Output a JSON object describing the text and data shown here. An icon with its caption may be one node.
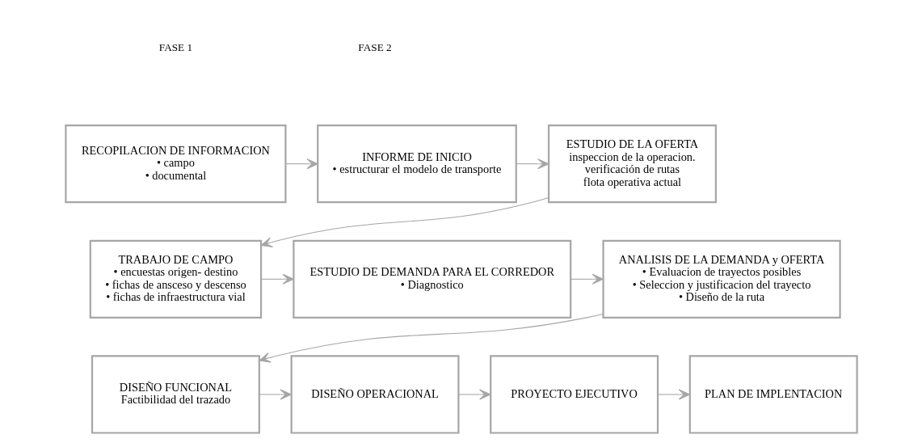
{
  "diagram": {
    "nodes": [
      {
        "text": [
          "RECOPILACION DE INFORMACION",
          "• campo",
          "• documental"
        ]
      },
      {
        "text": [
          "INFORME DE INICIO",
          "• estructurar el modelo de transporte"
        ]
      },
      {
        "text": [
          "ESTUDIO DE LA OFERTA",
          "inspeccion de la operacion.",
          "verificación de rutas",
          "flota operativa actual"
        ]
      },
      {
        "text": [
          "TRABAJO DE CAMPO",
          "• encuestas origen- destino",
          "• fichas de ansceso y descenso",
          "• fichas de infraestructura vial"
        ]
      },
      {
        "text": [
          "ESTUDIO DE DEMANDA PARA EL CORREDOR",
          "• Diagnostico"
        ]
      },
      {
        "text": [
          "ANALISIS DE LA DEMANDA y OFERTA",
          "• Evaluacion de trayectos posibles",
          "• Seleccion y justificacion del trayecto",
          "• Diseño de la ruta"
        ]
      },
      {
        "text": [
          "DISEÑO FUNCIONAL",
          "Factibilidad del trazado"
        ]
      },
      {
        "text": [
          "DISEÑO OPERACIONAL"
        ]
      },
      {
        "text": [
          "PROYECTO EJECUTIVO"
        ]
      },
      {
        "text": [
          "PLAN DE IMPLENTACION"
        ]
      }
    ],
    "edges": [
      {
        "from": 0,
        "to": 1,
        "arrow": "to"
      },
      {
        "from": 1,
        "to": 2,
        "arrow": "to"
      },
      {
        "from": 2,
        "to": 3,
        "arrow": "to"
      },
      {
        "from": 3,
        "to": 4,
        "arrow": "to"
      },
      {
        "from": 4,
        "to": 5,
        "arrow": "to"
      },
      {
        "from": 5,
        "to": 6,
        "arrow": "to"
      },
      {
        "from": 6,
        "to": 7,
        "arrow": "to"
      },
      {
        "from": 7,
        "to": 8,
        "arrow": "to"
      },
      {
        "from": 8,
        "to": 9,
        "arrow": "to"
      }
    ],
    "labels": [
      "FASE 1",
      "FASE 2"
    ]
  }
}
